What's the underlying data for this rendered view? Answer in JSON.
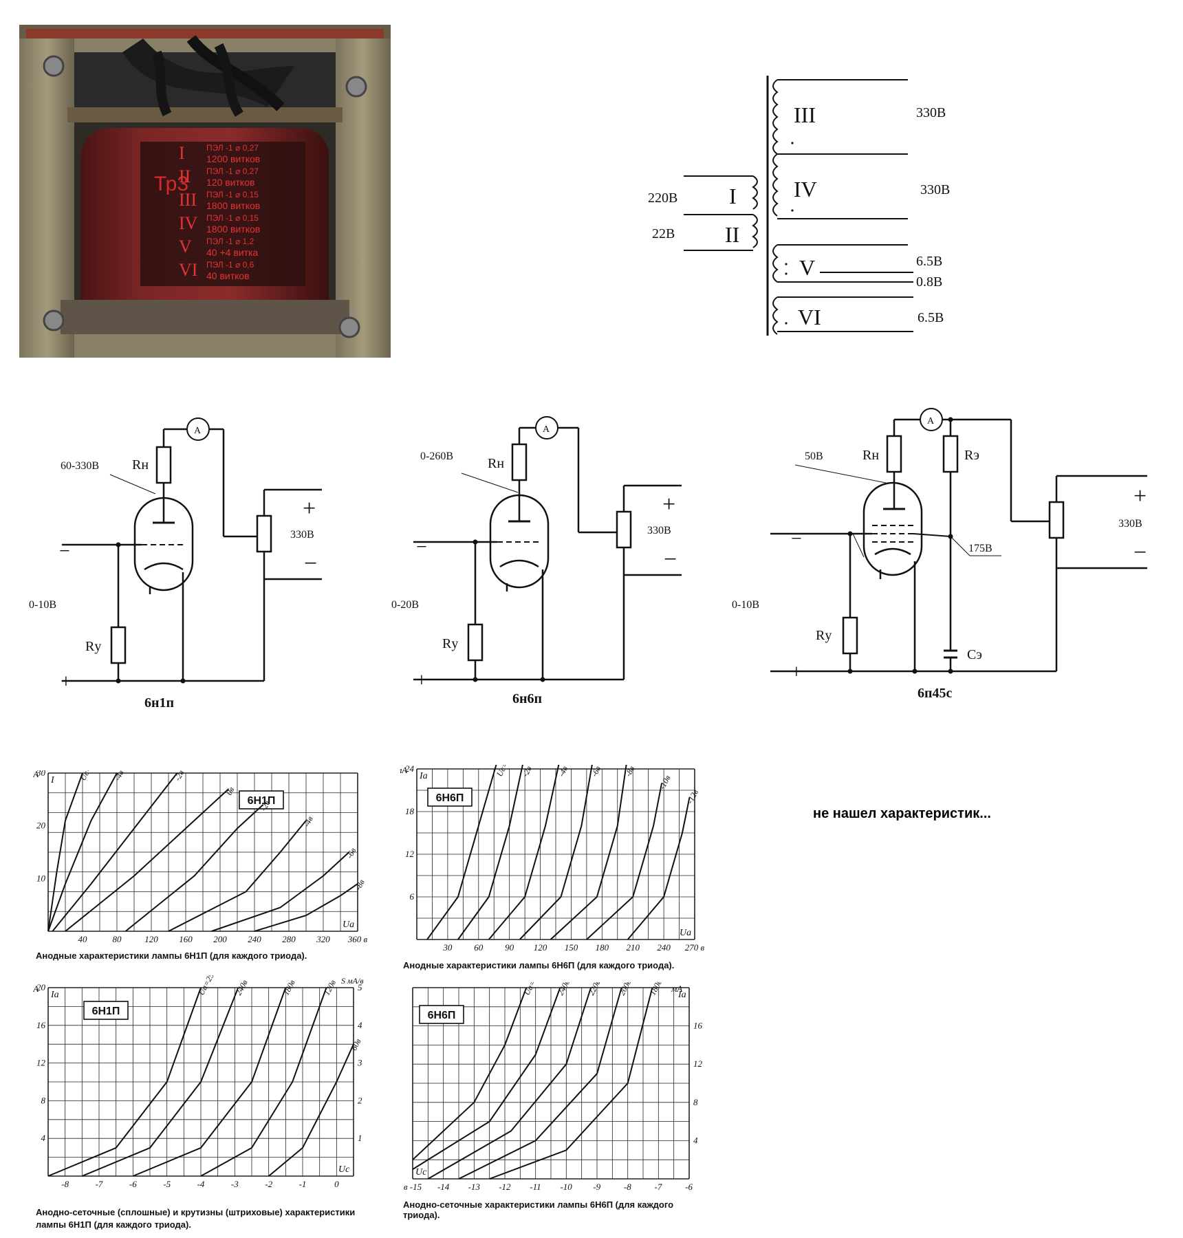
{
  "photo": {
    "label_lines": [
      {
        "roman": "I",
        "spec": "ПЭЛ -1 ⌀ 0,27",
        "turns": "1200 витков"
      },
      {
        "roman": "II",
        "spec": "ПЭЛ -1 ⌀ 0,27",
        "turns": "120 витков"
      },
      {
        "roman": "III",
        "spec": "ПЭЛ -1 ⌀ 0,15",
        "turns": "1800 витков"
      },
      {
        "roman": "IV",
        "spec": "ПЭЛ -1 ⌀ 0,15",
        "turns": "1800 витков"
      },
      {
        "roman": "V",
        "spec": "ПЭЛ -1 ⌀ 1,2",
        "turns": "40 +4 витка"
      },
      {
        "roman": "VI",
        "spec": "ПЭЛ -1 ⌀ 0,6",
        "turns": "40 витков"
      }
    ],
    "tag": "Тр3"
  },
  "transformer": {
    "primary": [
      {
        "roman": "I",
        "voltage": "220В"
      },
      {
        "roman": "II",
        "voltage": "22В"
      }
    ],
    "secondary": [
      {
        "roman": "III",
        "voltage": "330В"
      },
      {
        "roman": "IV",
        "voltage": "330В"
      },
      {
        "roman": "V",
        "voltage": "6.5В",
        "tap_voltage": "0.8В"
      },
      {
        "roman": "VI",
        "voltage": "6.5В"
      }
    ]
  },
  "circuits": [
    {
      "tube": "6н1п",
      "anode_range": "60-330В",
      "grid_range": "0-10В",
      "load": "Rн",
      "grid_res": "Rу",
      "supply": "330В",
      "meter": "А",
      "plus": "+",
      "minus": "−"
    },
    {
      "tube": "6н6п",
      "anode_range": "0-260В",
      "grid_range": "0-20В",
      "load": "Rн",
      "grid_res": "Rу",
      "supply": "330В",
      "meter": "А",
      "plus": "+",
      "minus": "−"
    },
    {
      "tube": "6п45с",
      "anode_range": "50В",
      "grid_range": "0-10В",
      "load": "Rн",
      "grid_res": "Rу",
      "screen_res": "Rэ",
      "screen_cap": "Cэ",
      "screen_voltage": "175В",
      "supply": "330В",
      "meter": "А",
      "plus": "+",
      "minus": "−"
    }
  ],
  "no_data_note": "не нашел характеристик...",
  "chart_data": [
    {
      "type": "line",
      "title": "6Н1П",
      "caption": "Анодные характеристики лампы 6Н1П (для каждого триода).",
      "xlabel": "Uа",
      "ylabel": "мА",
      "ylabel_sym": "I",
      "xlim": [
        0,
        360
      ],
      "ylim": [
        0,
        40
      ],
      "xticks": [
        "40",
        "80",
        "120",
        "160",
        "200",
        "240",
        "280",
        "320",
        "360 в"
      ],
      "yticks": [
        "10",
        "20",
        "30"
      ],
      "series": [
        {
          "name": "Uc=-8в",
          "x": [
            0,
            10,
            20,
            40
          ],
          "y": [
            0,
            15,
            28,
            40
          ]
        },
        {
          "name": "-4в",
          "x": [
            0,
            20,
            50,
            80
          ],
          "y": [
            0,
            12,
            28,
            40
          ]
        },
        {
          "name": "-2в",
          "x": [
            5,
            50,
            100,
            150
          ],
          "y": [
            0,
            12,
            26,
            40
          ]
        },
        {
          "name": "0в",
          "x": [
            20,
            100,
            160,
            210
          ],
          "y": [
            0,
            14,
            26,
            36
          ]
        },
        {
          "name": "-2в",
          "x": [
            90,
            170,
            220,
            250
          ],
          "y": [
            0,
            14,
            26,
            32
          ]
        },
        {
          "name": "-4в",
          "x": [
            140,
            230,
            270,
            300
          ],
          "y": [
            0,
            10,
            20,
            28
          ]
        },
        {
          "name": "-6в",
          "x": [
            190,
            270,
            320,
            350
          ],
          "y": [
            0,
            6,
            14,
            20
          ]
        },
        {
          "name": "-8в",
          "x": [
            240,
            300,
            340,
            360
          ],
          "y": [
            0,
            4,
            9,
            12
          ]
        }
      ]
    },
    {
      "type": "line",
      "title": "6Н6П",
      "caption": "Анодные характеристики лампы 6Н6П (для каждого триода).",
      "xlabel": "Uа",
      "ylabel": "мА",
      "ylabel_sym": "Iа",
      "xlim": [
        0,
        270
      ],
      "ylim": [
        0,
        24
      ],
      "xticks": [
        "30",
        "60",
        "90",
        "120",
        "150",
        "180",
        "210",
        "240",
        "270 в"
      ],
      "yticks": [
        "6",
        "12",
        "18",
        "24"
      ],
      "series": [
        {
          "name": "Uc=-0в",
          "x": [
            10,
            40,
            60,
            80
          ],
          "y": [
            0,
            6,
            16,
            26
          ]
        },
        {
          "name": "-2в",
          "x": [
            40,
            70,
            90,
            105
          ],
          "y": [
            0,
            6,
            16,
            26
          ]
        },
        {
          "name": "-4в",
          "x": [
            70,
            105,
            125,
            140
          ],
          "y": [
            0,
            6,
            16,
            26
          ]
        },
        {
          "name": "-6в",
          "x": [
            100,
            140,
            160,
            172
          ],
          "y": [
            0,
            6,
            16,
            26
          ]
        },
        {
          "name": "-8в",
          "x": [
            130,
            175,
            195,
            205
          ],
          "y": [
            0,
            6,
            16,
            26
          ]
        },
        {
          "name": "-10в",
          "x": [
            165,
            210,
            230,
            238
          ],
          "y": [
            0,
            6,
            16,
            22
          ]
        },
        {
          "name": "-12в",
          "x": [
            205,
            240,
            258,
            265
          ],
          "y": [
            0,
            6,
            15,
            20
          ]
        }
      ]
    },
    {
      "type": "line",
      "title": "6Н1П",
      "caption": "Анодно-сеточные (сплошные) и крутизны (штриховые) характеристики лампы 6Н1П (для каждого триода).",
      "xlabel": "Uc",
      "ylabel": "мА",
      "ylabel_sym": "Iа",
      "ylabel2": "S мА/в",
      "xlim": [
        -9,
        0
      ],
      "ylim": [
        0,
        20
      ],
      "xticks": [
        "-8",
        "-7",
        "-6",
        "-5",
        "-4",
        "-3",
        "-2",
        "-1",
        "0"
      ],
      "yticks": [
        "4",
        "8",
        "12",
        "16",
        "20"
      ],
      "y2ticks": [
        "1",
        "2",
        "3",
        "4",
        "5"
      ],
      "series": [
        {
          "name": "Uа=250в",
          "x": [
            -9,
            -7,
            -5.5,
            -4.5
          ],
          "y": [
            0,
            3,
            10,
            20
          ]
        },
        {
          "name": "240в",
          "x": [
            -8,
            -6,
            -4.5,
            -3.4
          ],
          "y": [
            0,
            3,
            10,
            20
          ]
        },
        {
          "name": "180в",
          "x": [
            -6.5,
            -4.5,
            -3,
            -2
          ],
          "y": [
            0,
            3,
            10,
            20
          ]
        },
        {
          "name": "120в",
          "x": [
            -4.5,
            -3,
            -1.8,
            -0.8
          ],
          "y": [
            0,
            3,
            10,
            20
          ]
        },
        {
          "name": "60в",
          "x": [
            -2.5,
            -1.5,
            -0.5,
            0
          ],
          "y": [
            0,
            3,
            10,
            14
          ]
        }
      ]
    },
    {
      "type": "line",
      "title": "6Н6П",
      "caption": "Анодно-сеточные характеристики лампы 6Н6П (для каждого триода).",
      "xlabel": "Uc",
      "ylabel": "мА",
      "ylabel_sym": "Iа",
      "xlim": [
        -15,
        -6
      ],
      "ylim": [
        0,
        20
      ],
      "xticks": [
        "в -15",
        "-14",
        "-13",
        "-12",
        "-11",
        "-10",
        "-9",
        "-8",
        "-7",
        "-6"
      ],
      "yticks": [
        "4",
        "8",
        "12",
        "16"
      ],
      "series": [
        {
          "name": "Uа=260в",
          "x": [
            -15,
            -13,
            -12,
            -11.3
          ],
          "y": [
            2,
            8,
            14,
            20
          ]
        },
        {
          "name": "240в",
          "x": [
            -15,
            -12.5,
            -11,
            -10.2
          ],
          "y": [
            1,
            6,
            13,
            20
          ]
        },
        {
          "name": "220в",
          "x": [
            -14.5,
            -11.8,
            -10,
            -9.2
          ],
          "y": [
            0,
            5,
            12,
            20
          ]
        },
        {
          "name": "200в",
          "x": [
            -13.5,
            -11,
            -9,
            -8.2
          ],
          "y": [
            0,
            4,
            11,
            20
          ]
        },
        {
          "name": "180в",
          "x": [
            -12.5,
            -10,
            -8,
            -7.2
          ],
          "y": [
            0,
            3,
            10,
            20
          ]
        }
      ]
    }
  ]
}
